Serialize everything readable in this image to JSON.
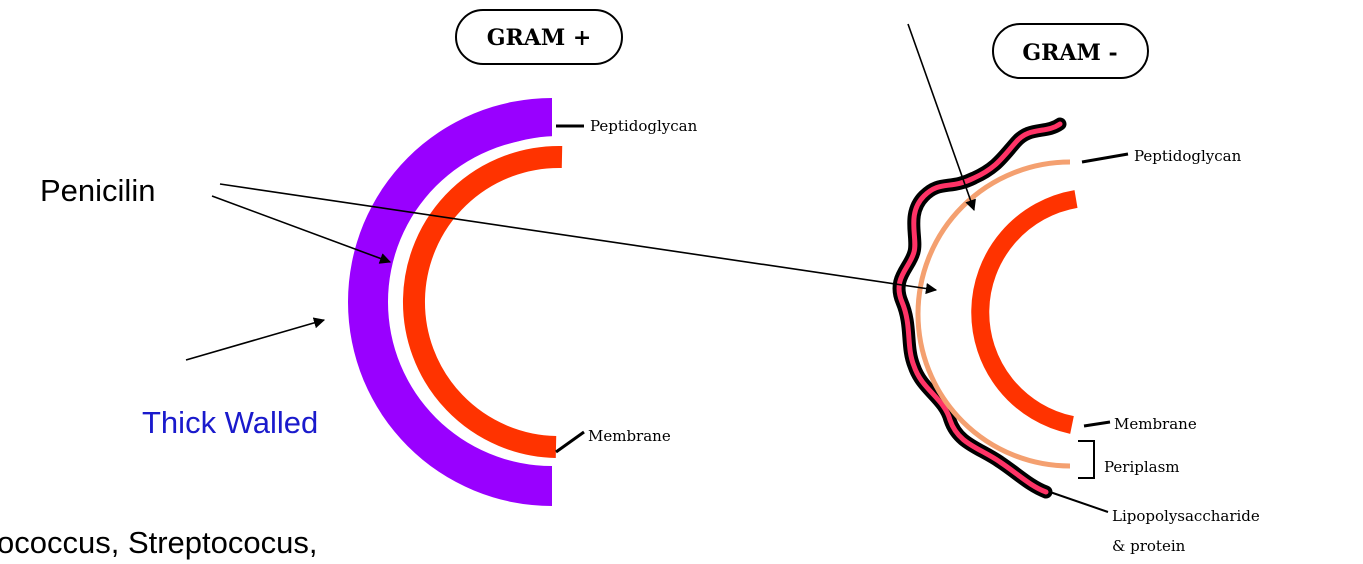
{
  "gram_positive": {
    "title": "GRAM +",
    "peptidoglycan_label": "Peptidoglycan",
    "membrane_label": "Membrane"
  },
  "gram_negative": {
    "title": "GRAM -",
    "peptidoglycan_label": "Peptidoglycan",
    "membrane_label": "Membrane",
    "periplasm_label": "Periplasm",
    "lps_label_line1": "Lipopolysaccharide",
    "lps_label_line2": "& protein"
  },
  "annotations": {
    "penicilin": "Penicilin",
    "thick_walled": "Thick Walled",
    "bottom_text": "ococcus, Streptococus,"
  },
  "colors": {
    "purple_wall": "#9900ff",
    "red_membrane": "#ff3300",
    "peach_peptidoglycan": "#f4a070",
    "pink_lps": "#ff3366",
    "blue_text": "#1a1acc"
  }
}
